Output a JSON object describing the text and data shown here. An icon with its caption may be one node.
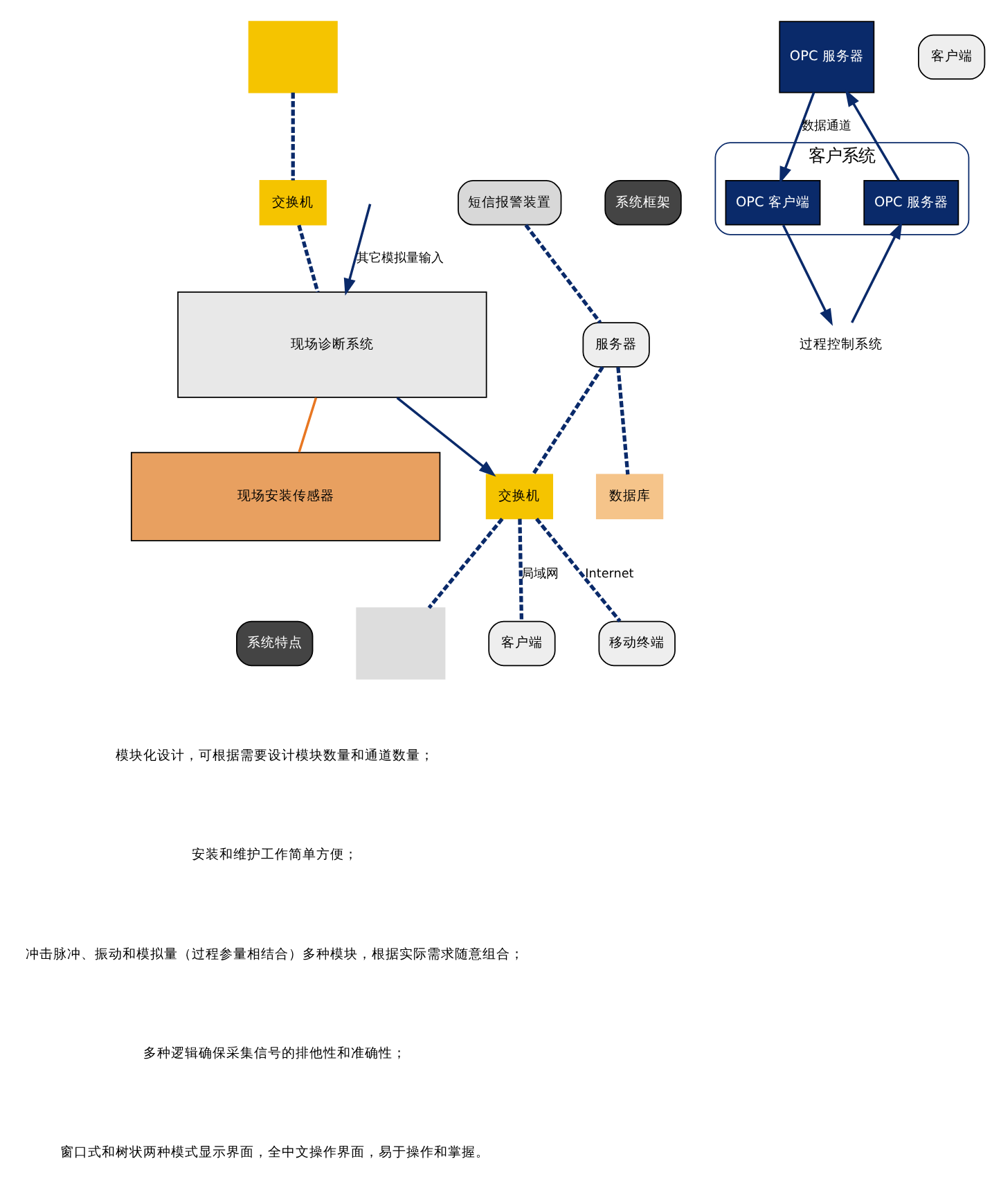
{
  "diagram": {
    "nodes": [
      {
        "text": [
          "服务器"
        ]
      },
      {
        "text": [
          "移动终端"
        ]
      },
      {
        "text": [],
        "shape": "box"
      },
      {
        "text": [
          "交换机"
        ]
      },
      {
        "text": [
          "客户端"
        ]
      },
      {
        "text": [
          "数据库"
        ]
      },
      {
        "text": [],
        "shape": "box"
      },
      {
        "text": [
          "OPC 服务器"
        ]
      },
      {
        "text": [
          "短信报警装置"
        ]
      },
      {
        "text": [
          "交换机"
        ]
      },
      {
        "text": [
          "客户系统"
        ]
      },
      {
        "text": [
          "OPC 客户端"
        ],
        "in": 10
      },
      {
        "text": [
          "OPC 服务器"
        ],
        "in": 10
      },
      {
        "text": [
          "过程控制系统"
        ]
      },
      {
        "text": [
          "客户端"
        ]
      },
      {
        "text": [
          "现场诊断系统"
        ]
      },
      {
        "text": [
          "现场安装传感器"
        ]
      }
    ],
    "edges": [
      {
        "from": 8,
        "to": 0,
        "arrow": "none",
        "style": "dashed"
      },
      {
        "from": 0,
        "to": 3,
        "arrow": "none",
        "style": "dashed"
      },
      {
        "from": 3,
        "to": 4,
        "arrow": "none",
        "style": "dashed",
        "label": "局域网"
      },
      {
        "from": 3,
        "to": 1,
        "arrow": "none",
        "style": "dashed",
        "label": "Internet"
      },
      {
        "from": 3,
        "to": 2,
        "arrow": "none",
        "style": "dashed"
      },
      {
        "from": 0,
        "to": 5,
        "arrow": "none",
        "style": "dashed"
      },
      {
        "from": 6,
        "to": 9,
        "arrow": "none",
        "style": "dashed"
      },
      {
        "from": 9,
        "to": 15,
        "arrow": "none",
        "style": "dashed"
      },
      {
        "from": 15,
        "to": 3,
        "arrow": "to"
      },
      {
        "from": 7,
        "to": 11,
        "arrow": "to",
        "label": "数据通道"
      },
      {
        "from": 12,
        "to": 7,
        "arrow": "to"
      },
      {
        "from": 11,
        "to": 13,
        "arrow": "to"
      },
      {
        "from": 13,
        "to": 12,
        "arrow": "to"
      },
      {
        "from": null,
        "to": 15,
        "arrow": "to",
        "label": "其它模拟量输入"
      },
      {
        "from": 15,
        "to": 16,
        "arrow": "none",
        "color": "#e87722"
      }
    ],
    "labels": [
      "系统框架",
      "系统特点",
      "模块化设计，可根据需要设计模块数量和通道数量；",
      "安装和维护工作简单方便；",
      "冲击脉冲、振动和模拟量（过程参量相结合）多种模块，根据实际需求随意组合；",
      "多种逻辑确保采集信号的排他性和准确性；",
      "窗口式和树状两种模式显示界面，全中文操作界面，易于操作和掌握。"
    ]
  }
}
